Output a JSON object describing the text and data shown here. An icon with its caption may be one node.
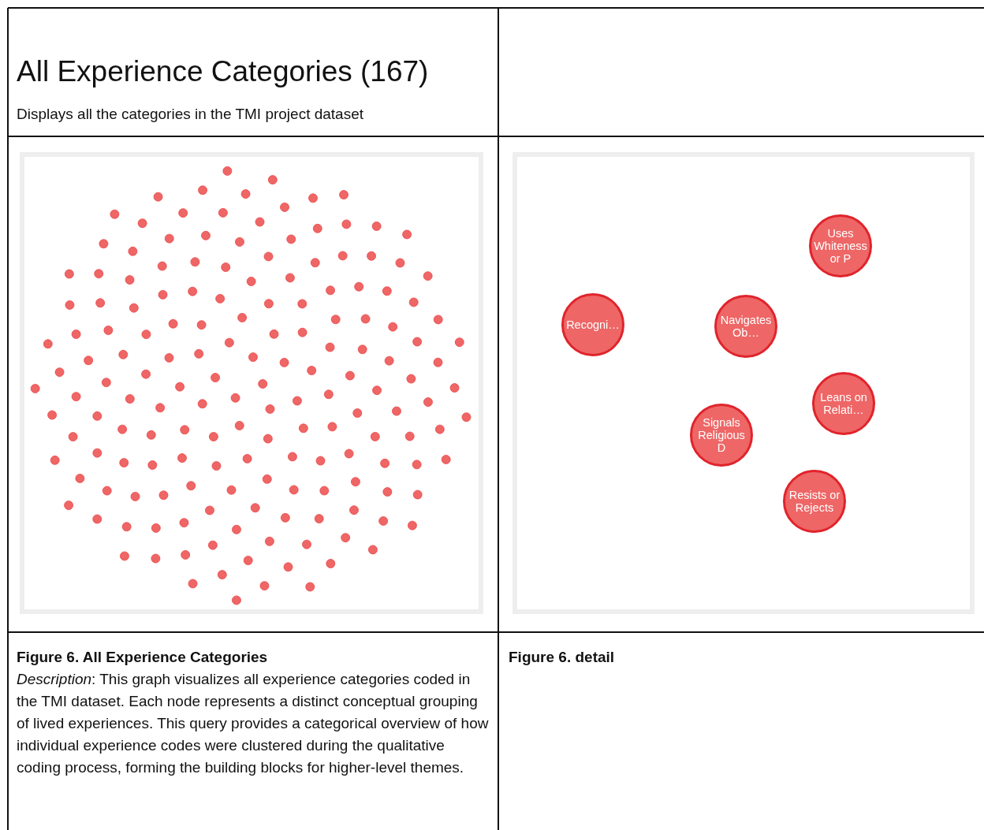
{
  "diagram": {
    "title": "All Experience Categories (167)",
    "nodes": [
      {
        "text": [
          "Uses Whiteness or P"
        ]
      },
      {
        "text": [
          "Recogni…"
        ]
      },
      {
        "text": [
          "Navigates Ob…"
        ]
      },
      {
        "text": [
          "Leans on Relati…"
        ]
      },
      {
        "text": [
          "Signals Religious D"
        ]
      },
      {
        "text": [
          "Resists or Rejects"
        ]
      }
    ],
    "labels": [
      "Displays all the categories  in the TMI project dataset",
      "Figure 6. All Experience Categories",
      "*Description*: This graph visualizes all experience categories coded in the TMI dataset. Each node represents a distinct conceptual grouping of lived experiences. This query provides a categorical overview of how individual experience codes were clustered during the qualitative coding process, forming the building blocks for higher-level themes.",
      "Figure 6. detail"
    ]
  }
}
